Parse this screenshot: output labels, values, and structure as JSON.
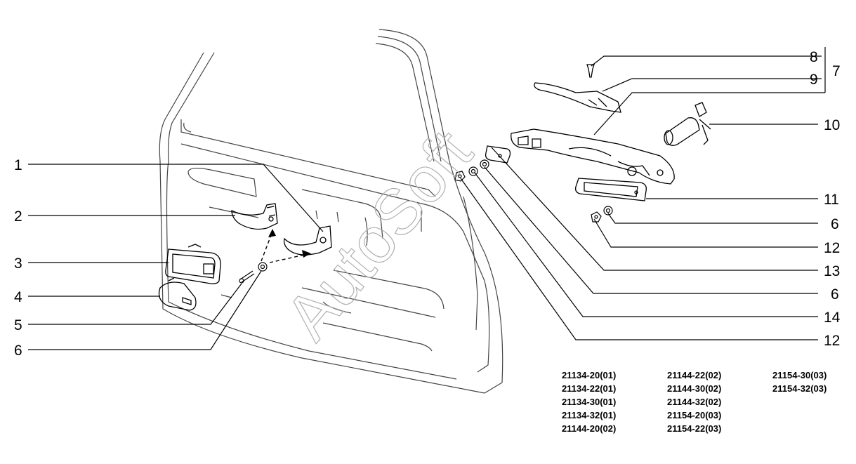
{
  "callouts": {
    "left": [
      "1",
      "2",
      "3",
      "4",
      "5",
      "6"
    ],
    "right": [
      "8",
      "9",
      "7",
      "10",
      "11",
      "6",
      "12",
      "13",
      "6",
      "14",
      "12"
    ]
  },
  "watermark": "AutoSoft",
  "model_codes": [
    [
      "21134-20(01)",
      "21134-22(01)",
      "21134-30(01)",
      "21134-32(01)",
      "21144-20(02)"
    ],
    [
      "21144-22(02)",
      "21144-30(02)",
      "21144-32(02)",
      "21154-20(03)",
      "21154-22(03)"
    ],
    [
      "21154-30(03)",
      "21154-32(03)"
    ]
  ]
}
